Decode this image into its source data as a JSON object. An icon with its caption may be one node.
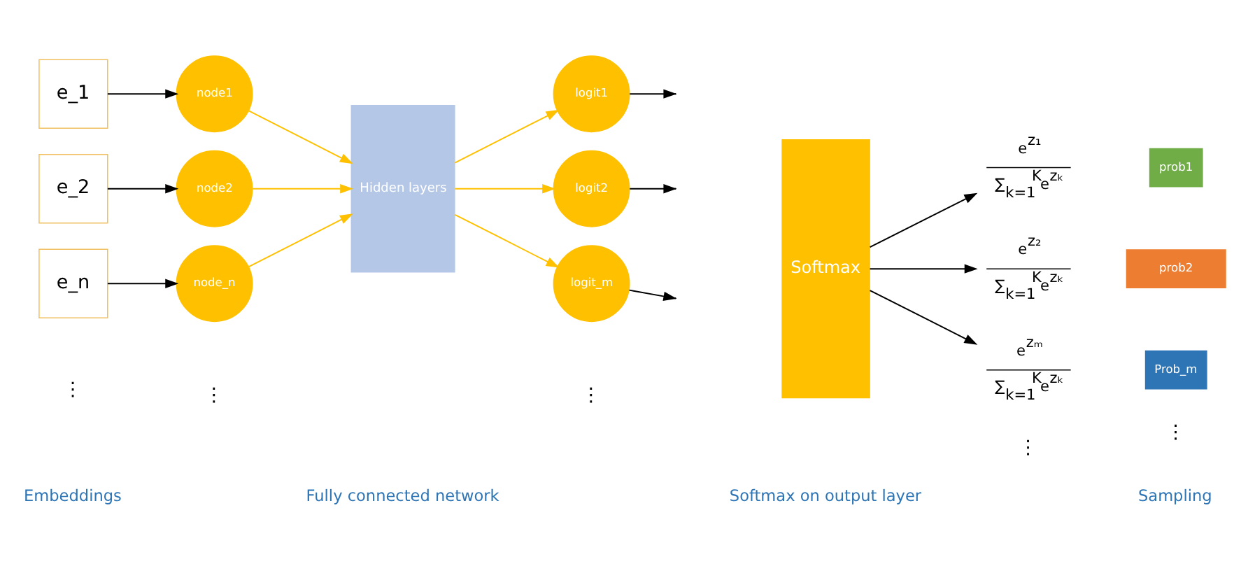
{
  "diagram": {
    "nodes": [
      {
        "text": [
          "e_1"
        ]
      },
      {
        "text": [
          "e_2"
        ]
      },
      {
        "text": [
          "e_n"
        ]
      },
      {
        "text": [
          "node1"
        ]
      },
      {
        "text": [
          "node2"
        ]
      },
      {
        "text": [
          "node_n"
        ]
      },
      {
        "text": [
          "Hidden layers"
        ]
      },
      {
        "text": [
          "logit1"
        ]
      },
      {
        "text": [
          "logit2"
        ]
      },
      {
        "text": [
          "logit_m"
        ]
      },
      {
        "text": [
          "Softmax"
        ]
      },
      {
        "text": [
          "e$^{z₁}$",
          "∑$_{k=1}$$^{K}$e$^{zₖ}$"
        ]
      },
      {
        "text": [
          "e$^{z₂}$",
          "∑$_{k=1}$$^{K}$e$^{zₖ}$"
        ]
      },
      {
        "text": [
          "e$^{zₘ}$",
          "∑$_{k=1}$$^{K}$e$^{zₖ}$"
        ]
      },
      {
        "text": [
          "prob1"
        ]
      },
      {
        "text": [
          "prob2"
        ]
      },
      {
        "text": [
          "Prob_m"
        ]
      }
    ],
    "edges": [
      {
        "from": 0,
        "to": 3,
        "arrow": "to"
      },
      {
        "from": 1,
        "to": 4,
        "arrow": "to"
      },
      {
        "from": 2,
        "to": 5,
        "arrow": "to"
      },
      {
        "from": 3,
        "to": 6,
        "arrow": "to",
        "color": "#ffc000"
      },
      {
        "from": 4,
        "to": 6,
        "arrow": "to",
        "color": "#ffc000"
      },
      {
        "from": 5,
        "to": 6,
        "arrow": "to",
        "color": "#ffc000"
      },
      {
        "from": 6,
        "to": 7,
        "arrow": "to",
        "color": "#ffc000"
      },
      {
        "from": 6,
        "to": 8,
        "arrow": "to",
        "color": "#ffc000"
      },
      {
        "from": 6,
        "to": 9,
        "arrow": "to",
        "color": "#ffc000"
      },
      {
        "from": 7,
        "to": null,
        "arrow": "to"
      },
      {
        "from": 8,
        "to": null,
        "arrow": "to"
      },
      {
        "from": 9,
        "to": null,
        "arrow": "to"
      },
      {
        "from": 10,
        "to": 11,
        "arrow": "to"
      },
      {
        "from": 10,
        "to": 12,
        "arrow": "to"
      },
      {
        "from": 10,
        "to": 13,
        "arrow": "to"
      }
    ],
    "labels": [
      "Embeddings",
      "Fully connected network",
      "Softmax on output layer",
      "Sampling",
      "⋮",
      "⋮",
      "⋮",
      "⋮",
      "⋮"
    ]
  }
}
